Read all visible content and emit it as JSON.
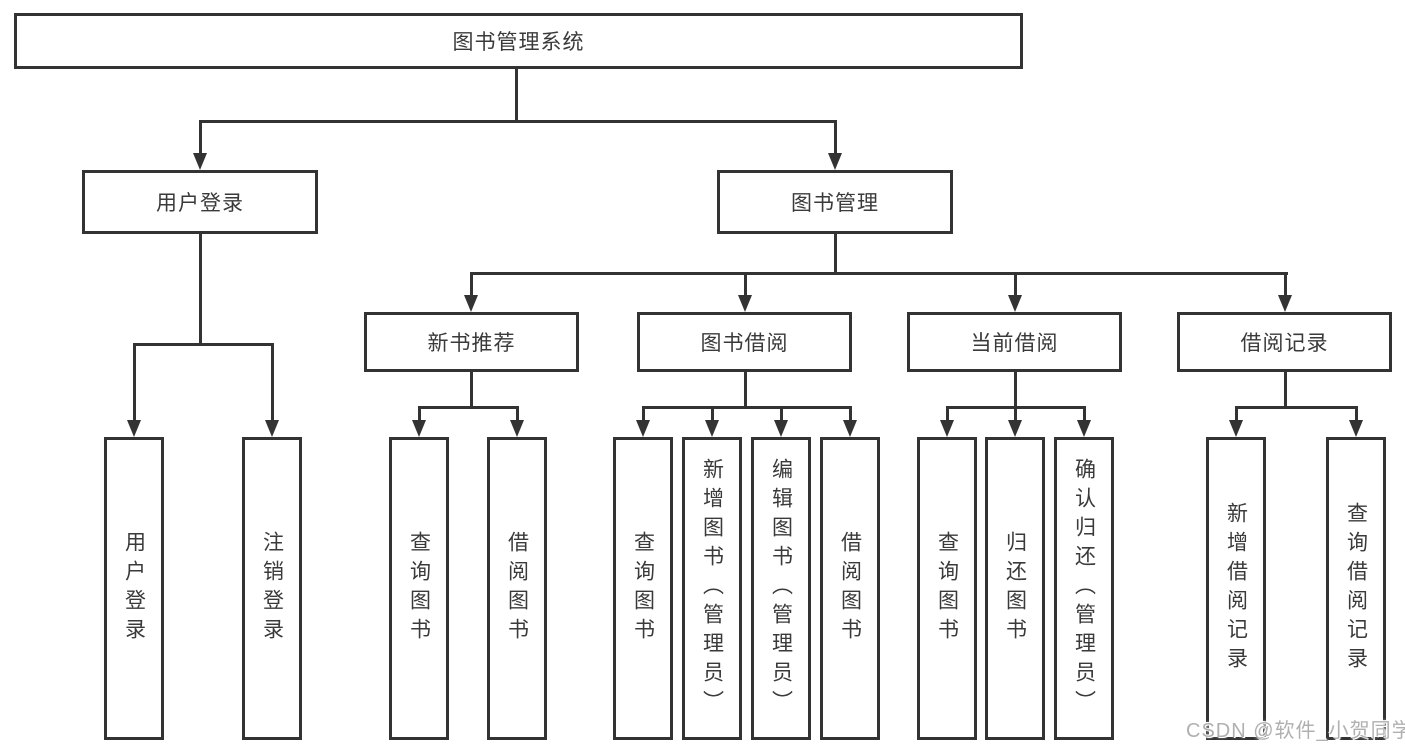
{
  "root": {
    "label": "图书管理系统"
  },
  "user_login": {
    "label": "用户登录",
    "children": [
      {
        "label": "用户登录"
      },
      {
        "label": "注销登录"
      }
    ]
  },
  "book_mgmt": {
    "label": "图书管理",
    "children": [
      {
        "label": "新书推荐",
        "children": [
          {
            "label": "查询图书"
          },
          {
            "label": "借阅图书"
          }
        ]
      },
      {
        "label": "图书借阅",
        "children": [
          {
            "label": "查询图书"
          },
          {
            "label": "新增图书（管理员）"
          },
          {
            "label": "编辑图书（管理员）"
          },
          {
            "label": "借阅图书"
          }
        ]
      },
      {
        "label": "当前借阅",
        "children": [
          {
            "label": "查询图书"
          },
          {
            "label": "归还图书"
          },
          {
            "label": "确认归还（管理员）"
          }
        ]
      },
      {
        "label": "借阅记录",
        "children": [
          {
            "label": "新增借阅记录"
          },
          {
            "label": "查询借阅记录"
          }
        ]
      }
    ]
  },
  "watermark": "CSDN @软件_小贺同学",
  "colors": {
    "line": "#333333",
    "border": "#333333",
    "text": "#3a3a3a",
    "watermark": "#b0b0b0",
    "background": "#ffffff"
  }
}
